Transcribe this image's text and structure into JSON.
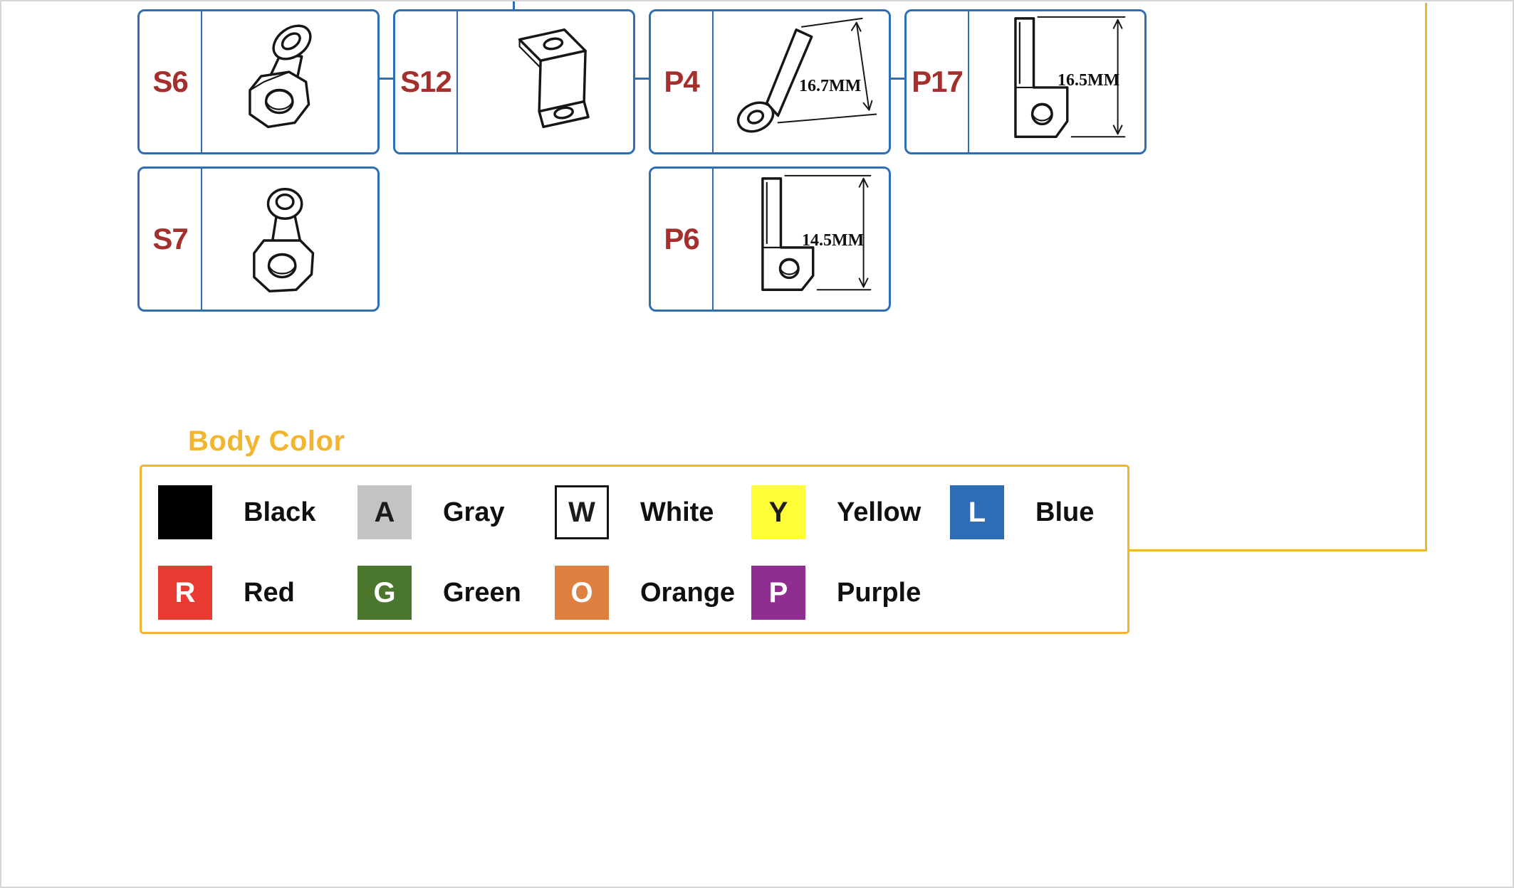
{
  "page": {
    "background": "#ffffff",
    "border_color": "#d6d6d6"
  },
  "colors": {
    "diagram_box_border": "#2f6eb5",
    "part_label_text": "#a3302c",
    "accent_yellow": "#f3b42e",
    "line_art": "#161616"
  },
  "diagram": {
    "parts": [
      {
        "id": "S6",
        "dim": null
      },
      {
        "id": "S12",
        "dim": null
      },
      {
        "id": "P4",
        "dim": "16.7MM"
      },
      {
        "id": "P17",
        "dim": "16.5MM"
      },
      {
        "id": "S7",
        "dim": null
      },
      {
        "id": "P6",
        "dim": "14.5MM"
      }
    ]
  },
  "body_color": {
    "title": "Body Color",
    "swatches": [
      {
        "code": "",
        "label": "Black",
        "bg": "#000000",
        "text": "#000000"
      },
      {
        "code": "A",
        "label": "Gray",
        "bg": "#c3c3c3",
        "text": "#1c1c1c"
      },
      {
        "code": "W",
        "label": "White",
        "bg": "#ffffff",
        "text": "#1c1c1c"
      },
      {
        "code": "Y",
        "label": "Yellow",
        "bg": "#fdfd38",
        "text": "#1c1c1c"
      },
      {
        "code": "L",
        "label": "Blue",
        "bg": "#2e6db5",
        "text": "#ffffff"
      },
      {
        "code": "R",
        "label": "Red",
        "bg": "#e83a30",
        "text": "#ffffff"
      },
      {
        "code": "G",
        "label": "Green",
        "bg": "#4a762e",
        "text": "#ffffff"
      },
      {
        "code": "O",
        "label": "Orange",
        "bg": "#de803f",
        "text": "#ffffff"
      },
      {
        "code": "P",
        "label": "Purple",
        "bg": "#8f2d90",
        "text": "#ffffff"
      }
    ]
  }
}
